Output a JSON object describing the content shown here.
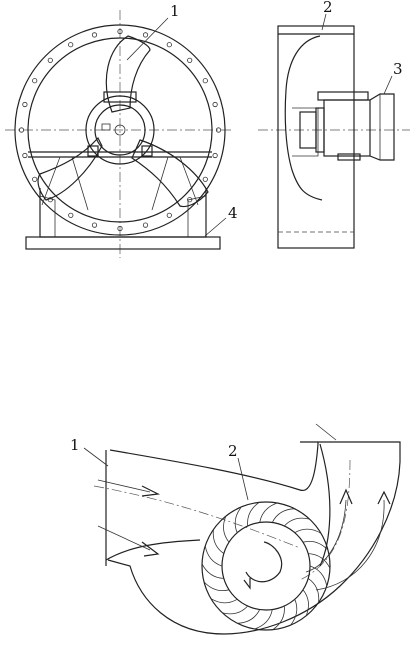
{
  "labels": {
    "fig1": {
      "blade": "1",
      "casing": "2",
      "motor": "3",
      "base": "4"
    },
    "fig2": {
      "inlet": "1",
      "impeller": "2"
    }
  },
  "colors": {
    "line": "#222222",
    "background": "#ffffff"
  }
}
